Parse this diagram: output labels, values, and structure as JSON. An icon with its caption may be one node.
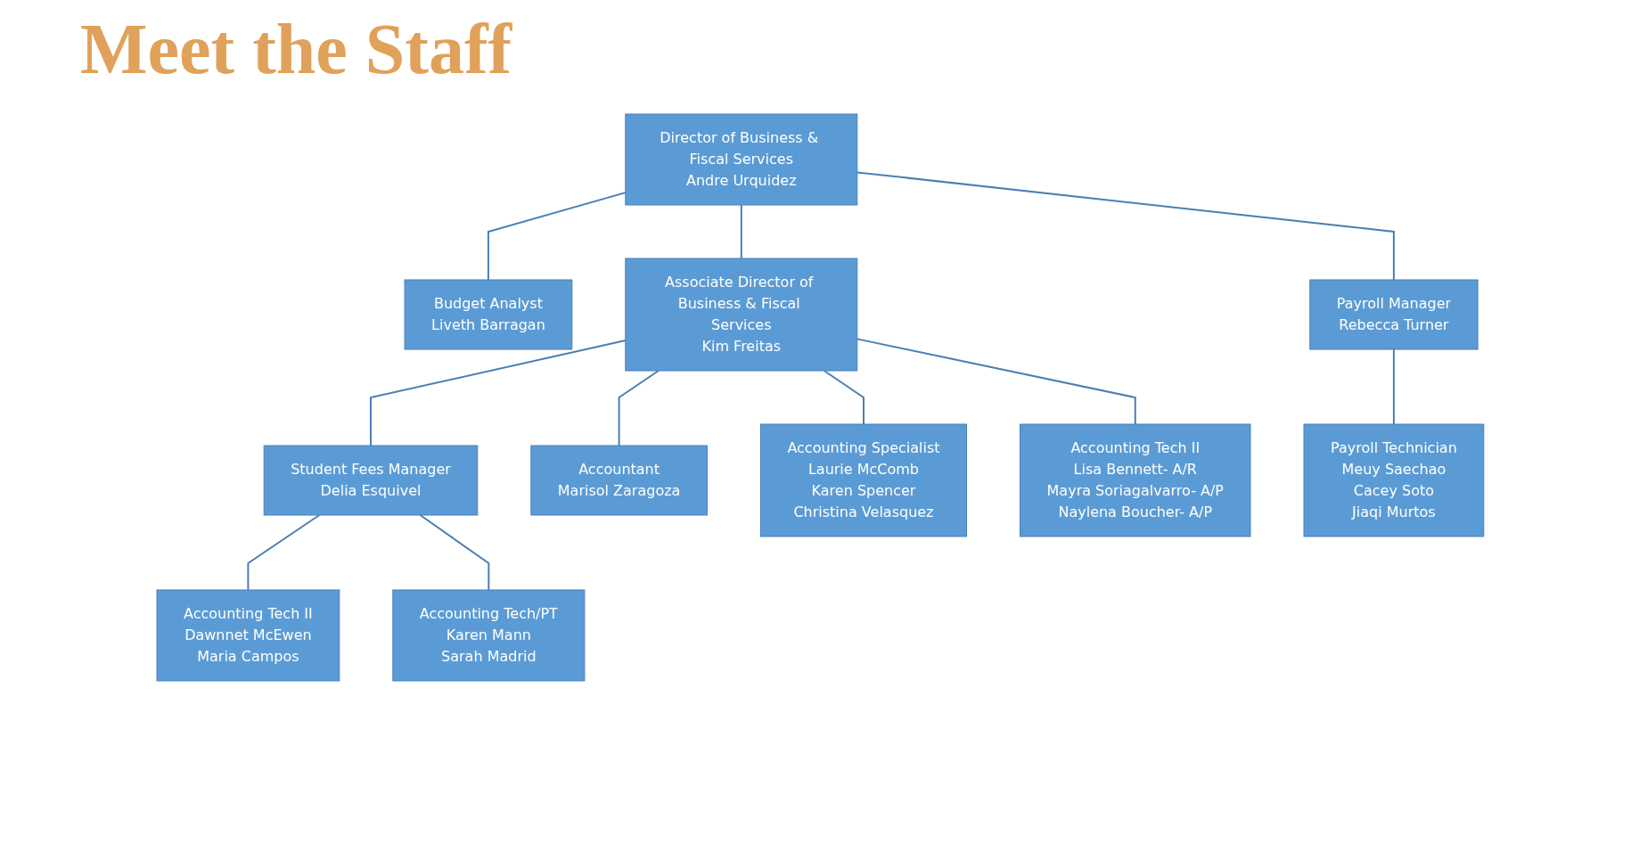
{
  "diagram": {
    "title": "Meet the Staff",
    "nodes": [
      {
        "text": [
          "Director of Business & Fiscal Services",
          "Andre Urquidez"
        ]
      },
      {
        "text": [
          "Budget Analyst",
          "Liveth Barragan"
        ]
      },
      {
        "text": [
          "Associate Director of Business & Fiscal Services",
          "Kim Freitas"
        ]
      },
      {
        "text": [
          "Payroll Manager",
          "Rebecca Turner"
        ]
      },
      {
        "text": [
          "Student Fees Manager",
          "Delia Esquivel"
        ]
      },
      {
        "text": [
          "Accountant",
          "Marisol Zaragoza"
        ]
      },
      {
        "text": [
          "Accounting Specialist",
          "Laurie McComb",
          "Karen Spencer",
          "Christina Velasquez"
        ]
      },
      {
        "text": [
          "Accounting Tech II",
          "Lisa Bennett- A/R",
          "Mayra Soriagalvarro- A/P",
          "Naylena Boucher- A/P"
        ]
      },
      {
        "text": [
          "Payroll Technician",
          "Meuy Saechao",
          "Cacey Soto",
          "Jiaqi Murtos"
        ]
      },
      {
        "text": [
          "Accounting Tech II",
          "Dawnnet McEwen",
          "Maria Campos"
        ]
      },
      {
        "text": [
          "Accounting Tech/PT",
          "Karen Mann",
          "Sarah Madrid"
        ]
      }
    ],
    "edges": [
      {
        "from": 0,
        "to": 1,
        "arrow": "none"
      },
      {
        "from": 0,
        "to": 2,
        "arrow": "none"
      },
      {
        "from": 0,
        "to": 3,
        "arrow": "none"
      },
      {
        "from": 2,
        "to": 4,
        "arrow": "none"
      },
      {
        "from": 2,
        "to": 5,
        "arrow": "none"
      },
      {
        "from": 2,
        "to": 6,
        "arrow": "none"
      },
      {
        "from": 2,
        "to": 7,
        "arrow": "none"
      },
      {
        "from": 3,
        "to": 8,
        "arrow": "none"
      },
      {
        "from": 4,
        "to": 9,
        "arrow": "none"
      },
      {
        "from": 4,
        "to": 10,
        "arrow": "none"
      }
    ]
  }
}
